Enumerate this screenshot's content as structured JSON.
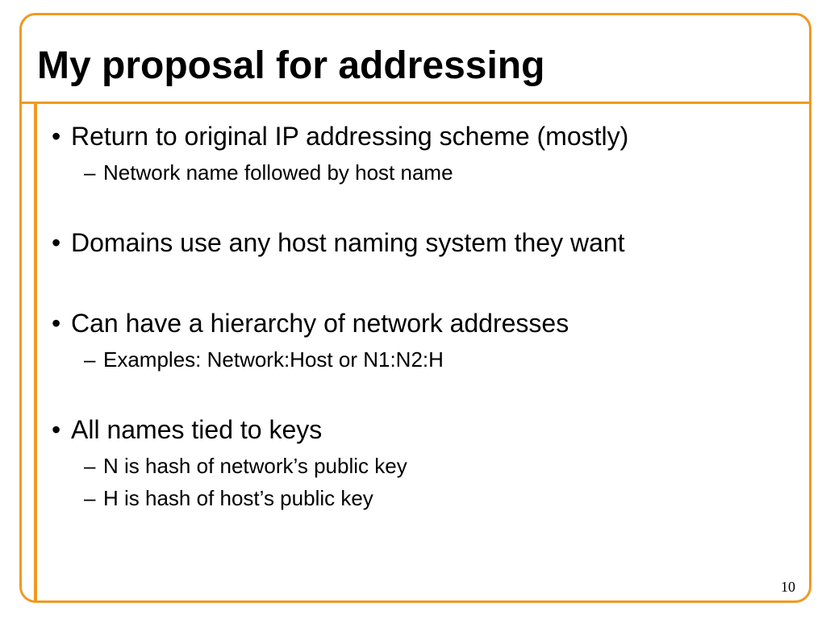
{
  "slide": {
    "title": "My proposal for addressing",
    "bullets": [
      {
        "text": "Return to original IP addressing scheme (mostly)",
        "subs": [
          "Network name followed by host name"
        ]
      },
      {
        "text": "Domains use any host naming system they want",
        "subs": []
      },
      {
        "text": "Can have a hierarchy of network addresses",
        "subs": [
          "Examples:  Network:Host or N1:N2:H"
        ]
      },
      {
        "text": "All names tied to keys",
        "subs": [
          "N is hash of network’s public key",
          "H is hash of host’s public key"
        ]
      }
    ],
    "bullet_glyph": "•",
    "sub_glyph": "–",
    "page_number": "10"
  },
  "colors": {
    "accent": "#ee9a22",
    "text": "#000000",
    "background": "#ffffff"
  }
}
